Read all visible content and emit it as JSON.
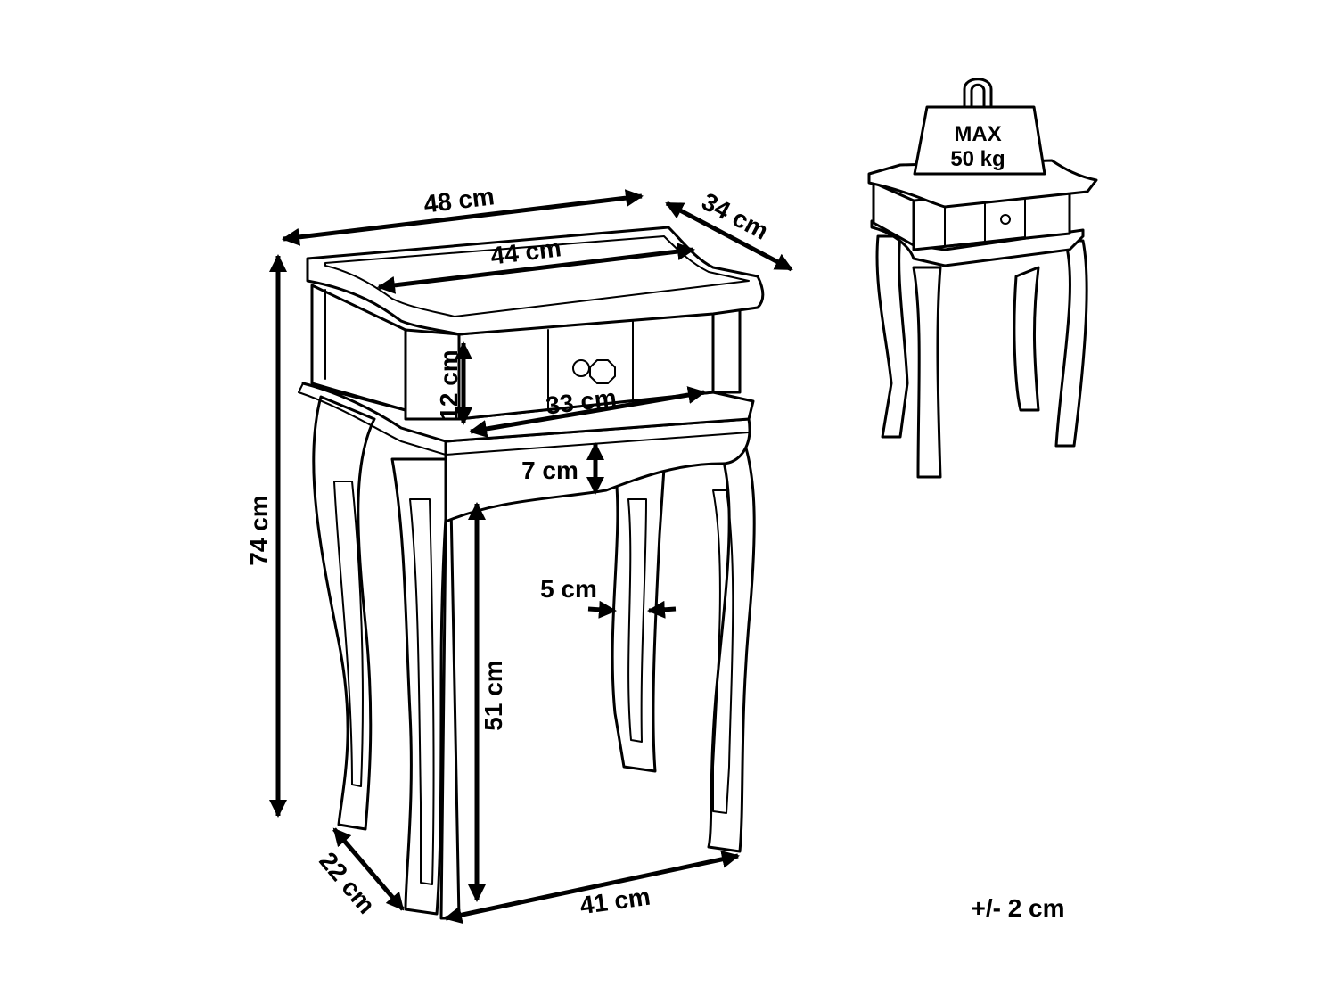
{
  "dimensions": {
    "overall_width": "48 cm",
    "top_width": "44 cm",
    "depth": "34 cm",
    "drawer_height": "12 cm",
    "drawer_width": "33 cm",
    "apron_height": "7 cm",
    "leg_width": "5 cm",
    "total_height": "74 cm",
    "clearance_height": "51 cm",
    "base_depth": "22 cm",
    "base_width": "41 cm"
  },
  "load": {
    "line1": "MAX",
    "line2": "50 kg"
  },
  "tolerance": "+/- 2 cm",
  "colors": {
    "line": "#000000",
    "background": "#ffffff"
  }
}
